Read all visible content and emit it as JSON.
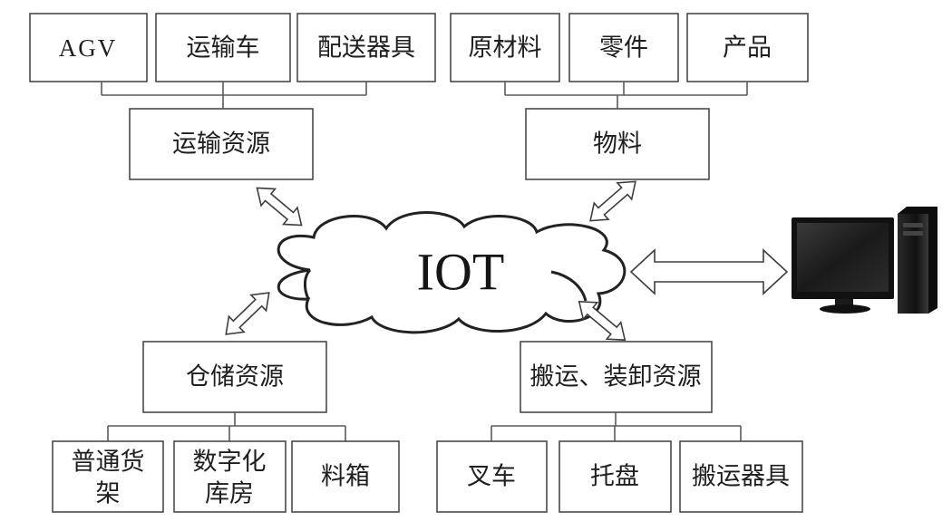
{
  "diagram": {
    "center_label": "IOT",
    "transport": {
      "label": "运输资源",
      "items": [
        {
          "text": [
            "AGV"
          ]
        },
        {
          "text": [
            "运输车"
          ]
        },
        {
          "text": [
            "配送器具"
          ]
        }
      ]
    },
    "material": {
      "label": "物料",
      "items": [
        {
          "text": [
            "原材料"
          ]
        },
        {
          "text": [
            "零件"
          ]
        },
        {
          "text": [
            "产品"
          ]
        }
      ]
    },
    "storage": {
      "label": "仓储资源",
      "items": [
        {
          "text": [
            "普通货",
            "架"
          ]
        },
        {
          "text": [
            "数字化",
            "库房"
          ]
        },
        {
          "text": [
            "料箱"
          ]
        }
      ]
    },
    "handling": {
      "label": "搬运、装卸资源",
      "items": [
        {
          "text": [
            "叉车"
          ]
        },
        {
          "text": [
            "托盘"
          ]
        },
        {
          "text": [
            "搬运器具"
          ]
        }
      ]
    },
    "terminal_icon": "computer-icon",
    "colors": {
      "line": "#4a4a4a",
      "text": "#1e1e1e",
      "background": "#ffffff"
    }
  }
}
